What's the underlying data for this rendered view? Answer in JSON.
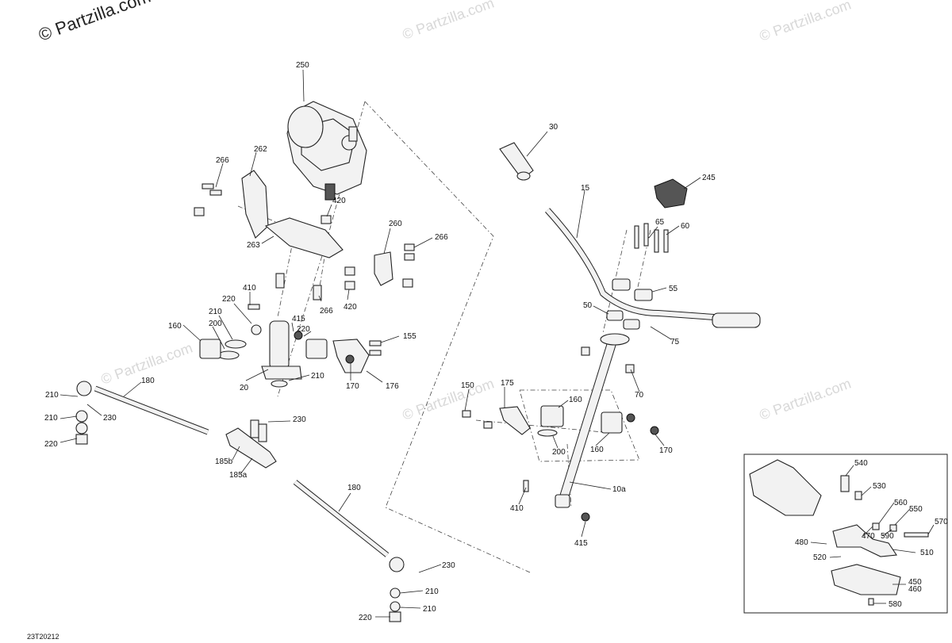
{
  "watermark_main": "© Partzilla.com",
  "watermark_repeat": "© Partzilla.com",
  "diagram_code": "23T20212",
  "labels": {
    "l250": "250",
    "l262": "262",
    "l266a": "266",
    "l420a": "420",
    "l260": "260",
    "l266b": "266",
    "l263": "263",
    "l266c": "266",
    "l420b": "420",
    "l410a": "410",
    "l220a": "220",
    "l210a": "210",
    "l200a": "200",
    "l160a": "160",
    "l415a": "415",
    "l220b": "220",
    "l155": "155",
    "l210b": "210",
    "l20": "20",
    "l170a": "170",
    "l176": "176",
    "l180a": "180",
    "l210c": "210",
    "l230a": "230",
    "l210d": "210",
    "l220c": "220",
    "l230b": "230",
    "l185b": "185b",
    "l185a": "185a",
    "l180b": "180",
    "l230c": "230",
    "l210e": "210",
    "l220d": "220",
    "l210f": "210",
    "l30": "30",
    "l245": "245",
    "l15": "15",
    "l65": "65",
    "l60": "60",
    "l55": "55",
    "l50": "50",
    "l75": "75",
    "l70": "70",
    "l150": "150",
    "l175": "175",
    "l160b": "160",
    "l200b": "200",
    "l160c": "160",
    "l170b": "170",
    "l10a": "10a",
    "l410b": "410",
    "l415b": "415",
    "l540": "540",
    "l530": "530",
    "l560": "560",
    "l550": "550",
    "l570": "570",
    "l480": "480",
    "l470": "470",
    "l590": "590",
    "l510": "510",
    "l520": "520",
    "l450": "450",
    "l460": "460",
    "l580": "580"
  }
}
